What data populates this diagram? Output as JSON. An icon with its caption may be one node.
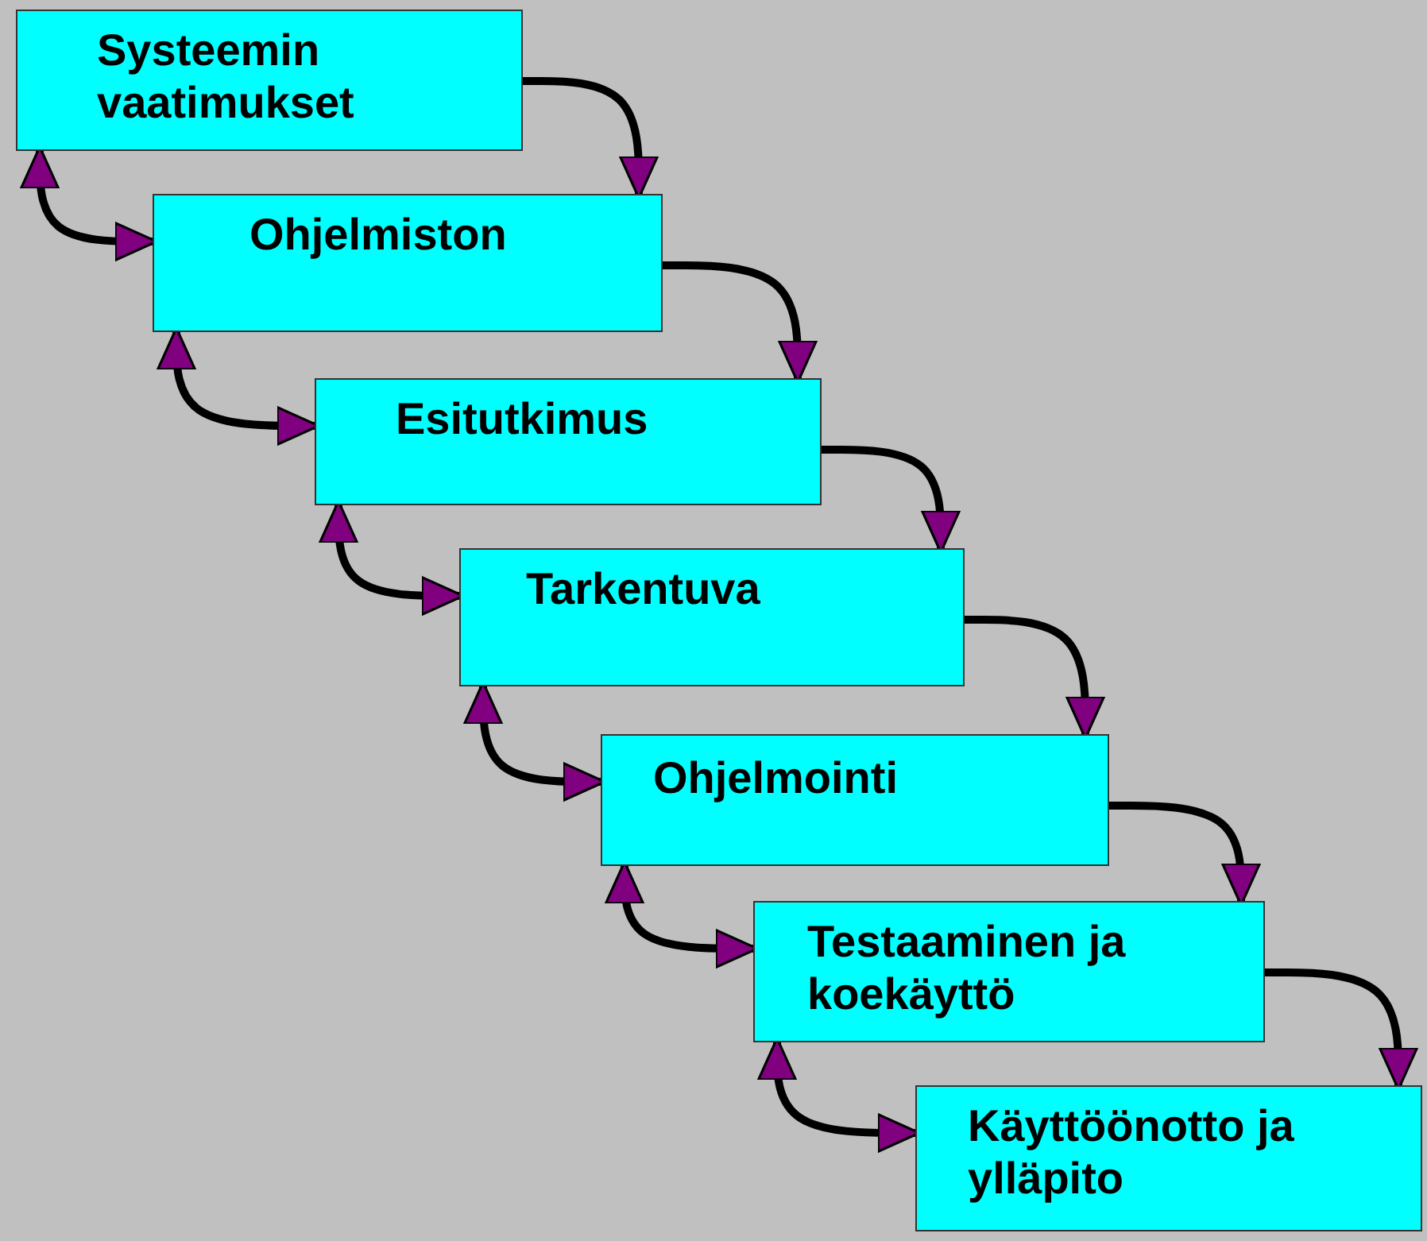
{
  "diagram": {
    "nodes": [
      {
        "text": [
          "Systeemin vaatimukset"
        ]
      },
      {
        "text": [
          "Ohjelmiston"
        ]
      },
      {
        "text": [
          "Esitutkimus"
        ]
      },
      {
        "text": [
          "Tarkentuva"
        ]
      },
      {
        "text": [
          "Ohjelmointi"
        ]
      },
      {
        "text": [
          "Testaaminen ja koekäyttö"
        ]
      },
      {
        "text": [
          "Käyttöönotto ja ylläpito"
        ]
      }
    ],
    "edges": [
      {
        "from": 0,
        "to": 1,
        "arrow": "to"
      },
      {
        "from": 0,
        "to": 1,
        "arrow": "both"
      },
      {
        "from": 1,
        "to": 2,
        "arrow": "to"
      },
      {
        "from": 1,
        "to": 2,
        "arrow": "both"
      },
      {
        "from": 2,
        "to": 3,
        "arrow": "to"
      },
      {
        "from": 2,
        "to": 3,
        "arrow": "both"
      },
      {
        "from": 3,
        "to": 4,
        "arrow": "to"
      },
      {
        "from": 3,
        "to": 4,
        "arrow": "both"
      },
      {
        "from": 4,
        "to": 5,
        "arrow": "to"
      },
      {
        "from": 4,
        "to": 5,
        "arrow": "both"
      },
      {
        "from": 5,
        "to": 6,
        "arrow": "to"
      },
      {
        "from": 5,
        "to": 6,
        "arrow": "both"
      }
    ]
  }
}
